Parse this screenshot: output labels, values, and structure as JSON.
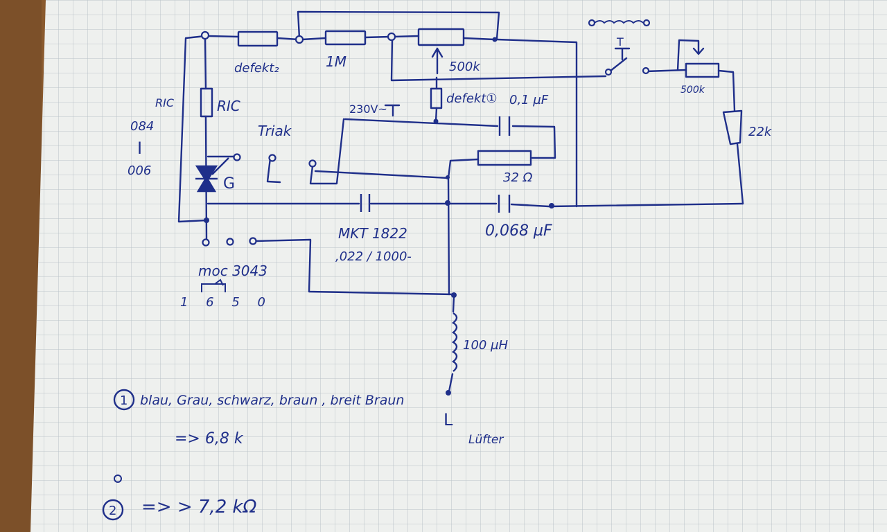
{
  "colors": {
    "ink": "#1f2f8a",
    "paper": "#eef0ee",
    "grid": "#b9c2c8",
    "desk": "#8a5a2e"
  },
  "labels": {
    "defekt2": "defekt₂",
    "r_1m": "1M",
    "pot_500k_top": "500k",
    "defekt1": "defekt①",
    "cap_01uf": "0,1 µF",
    "v_230": "230V~",
    "ric_left": "RIC",
    "ric_resistor": "RIC",
    "n_084": "084",
    "n_I": "I",
    "n_006": "006",
    "triac": "Triak",
    "g_label": "G",
    "r_32": "32 Ω",
    "mkt": "MKT 1822",
    "mkt_rating": ",022 / 1000-",
    "cap_0068": "0,068 µF",
    "moc": "moc 3043",
    "moc_pins": "1 6 5 0",
    "coil": "100 µH",
    "L": "L",
    "luefter": "Lüfter",
    "switch_T": "T",
    "pot_500k_right": "500k",
    "r_22k": "22k"
  },
  "notes": {
    "note1_marker": "1",
    "note1_text": "blau, Grau, schwarz, braun , breit Braun",
    "note1_result": "=> 6,8 k",
    "note2_marker": "2",
    "note2_text": "=>  > 7,2 kΩ"
  }
}
